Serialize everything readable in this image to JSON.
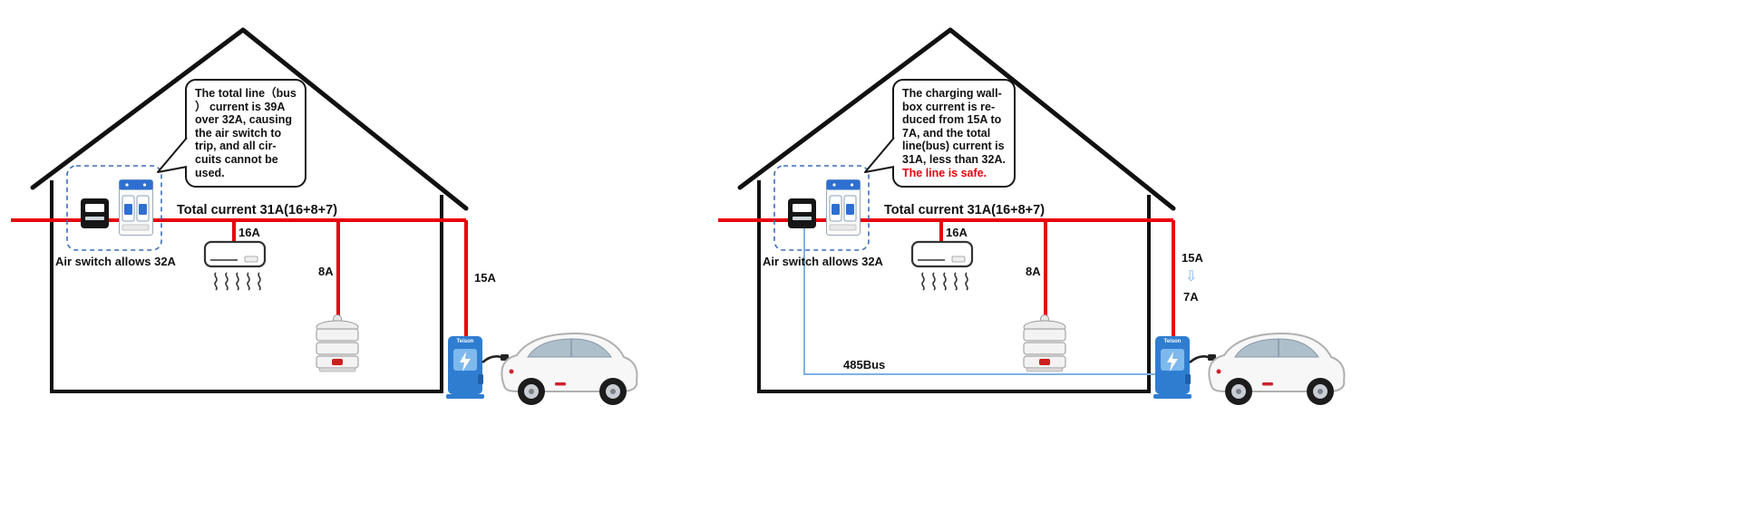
{
  "title": "EV charging load-balancing comparison diagram",
  "colors": {
    "wire_red": "#e8000d",
    "bus_485_blue": "#7fb2e5",
    "dashed_box_blue": "#3b6fb5",
    "charger_blue": "#2f7dd1",
    "safe_text_red": "#e8000d",
    "house_outline": "#111111"
  },
  "panels": [
    {
      "bubble": {
        "lines": [
          "The total line（bus",
          "） current is 39A",
          "over 32A, causing",
          "the air switch to",
          "trip, and all cir-",
          "cuits cannot be",
          "used."
        ]
      },
      "air_switch_label": "Air switch allows 32A",
      "total_current": "Total current 31A(16+8+7)",
      "ac_current": "16A",
      "cooker_current": "8A",
      "charger_current": "15A",
      "charger_brand": "Teison"
    },
    {
      "bubble": {
        "lines": [
          "The charging wall-",
          "box current is re-",
          "duced from 15A to",
          "7A, and the total",
          "line(bus) current is",
          "31A, less than 32A."
        ],
        "safe_line": "The line is safe."
      },
      "air_switch_label": "Air switch allows 32A",
      "total_current": "Total current 31A(16+8+7)",
      "ac_current": "16A",
      "cooker_current": "8A",
      "charger_current_before": "15A",
      "arrow_down": "⇩",
      "charger_current_after": "7A",
      "bus_label": "485Bus",
      "charger_brand": "Teison"
    }
  ]
}
